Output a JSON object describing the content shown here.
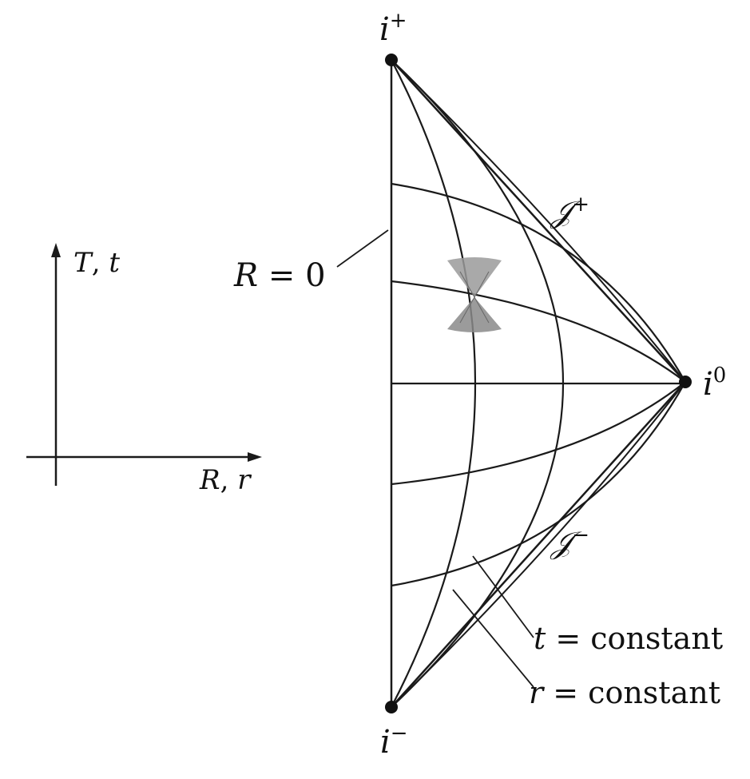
{
  "labels": {
    "i_plus": {
      "base": "i",
      "sup": "+"
    },
    "i_minus": {
      "base": "i",
      "sup": "−"
    },
    "i_zero": {
      "base": "i",
      "sup": "0"
    },
    "scri_plus": {
      "base": "𝒥",
      "sup": "+"
    },
    "scri_minus": {
      "base": "𝒥",
      "sup": "−"
    },
    "r_zero": {
      "var": "R",
      "rest": " = 0"
    },
    "t_axis": {
      "var1": "T",
      "sep": ", ",
      "var2": "t"
    },
    "r_axis": {
      "var1": "R",
      "sep": ", ",
      "var2": "r"
    },
    "t_const": {
      "var": "t",
      "rest": " = constant"
    },
    "r_const": {
      "var": "r",
      "rest": " = constant"
    }
  }
}
